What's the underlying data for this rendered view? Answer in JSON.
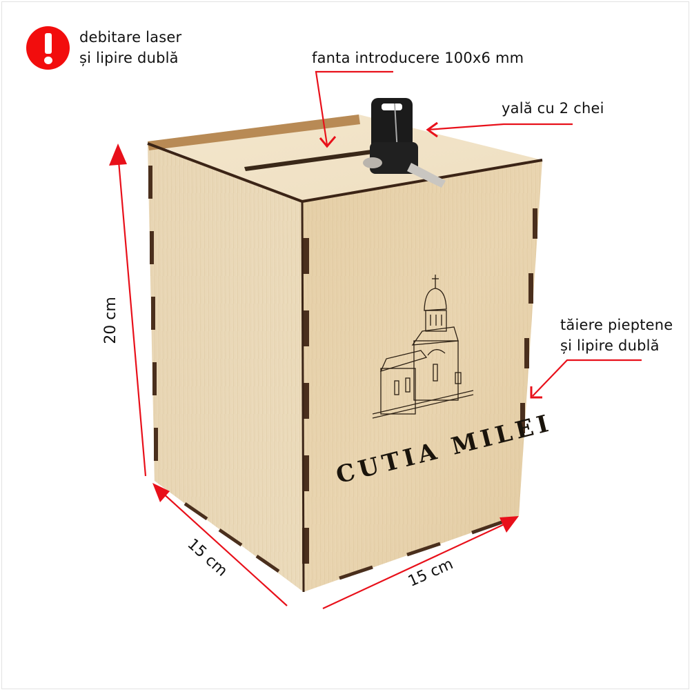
{
  "annotations": {
    "warning": {
      "icon": "exclamation-icon",
      "color": "#f20d0d",
      "line1": "debitare laser",
      "line2": "și lipire dublă"
    },
    "slot": {
      "label": "fanta introducere 100x6 mm"
    },
    "lock": {
      "label": "yală cu 2 chei"
    },
    "joints": {
      "line1": "tăiere pieptene",
      "line2": "și lipire dublă"
    }
  },
  "dimensions": {
    "height": "20 cm",
    "depth": "15 cm",
    "width": "15 cm"
  },
  "product": {
    "engraving_text": "CUTIA MILEI",
    "engraving_image": "church-drawing",
    "material": "plywood",
    "arrow_color": "#e8101a"
  }
}
